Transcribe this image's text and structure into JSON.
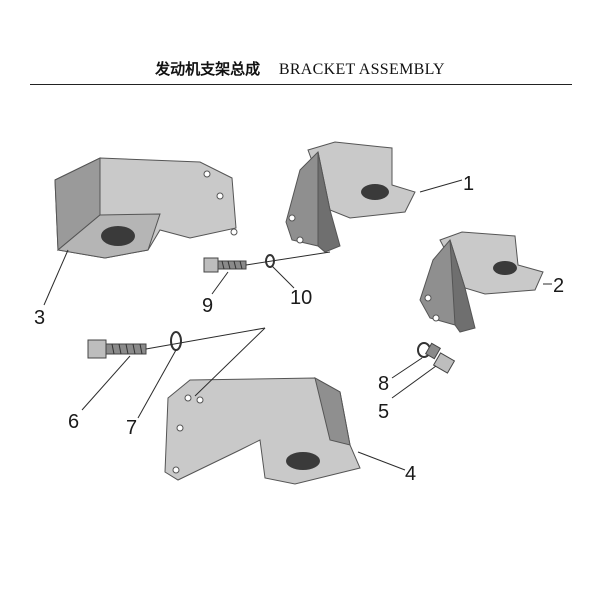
{
  "header": {
    "title_cn": "发动机支架总成",
    "title_en": "BRACKET ASSEMBLY"
  },
  "callouts": {
    "c1": "1",
    "c2": "2",
    "c3": "3",
    "c4": "4",
    "c5": "5",
    "c6": "6",
    "c7": "7",
    "c8": "8",
    "c9": "9",
    "c10": "10"
  },
  "colors": {
    "part_face": "#c9c9c9",
    "part_side": "#9a9a9a",
    "part_dark": "#6f6f6f",
    "line": "#2b2b2b"
  }
}
